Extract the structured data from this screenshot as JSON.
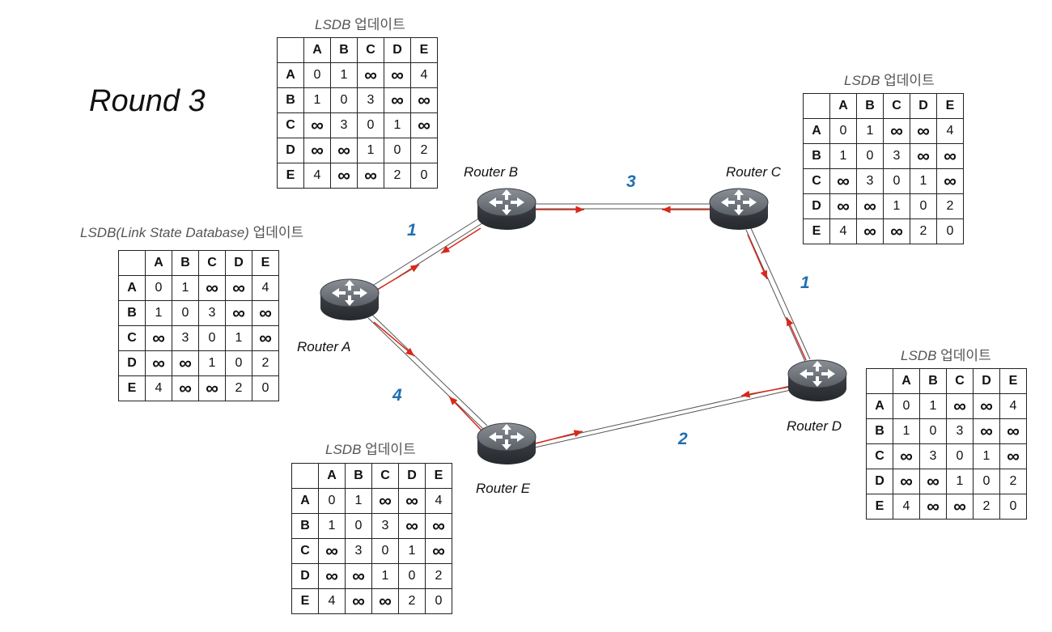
{
  "title": "Round 3",
  "caption_lsdb": "LSDB",
  "caption_update": "업데이트",
  "caption_full": "LSDB(Link State Database)",
  "routers": {
    "A": "Router A",
    "B": "Router B",
    "C": "Router C",
    "D": "Router D",
    "E": "Router E"
  },
  "link_costs": {
    "ab": "1",
    "bc": "3",
    "cd": "1",
    "de": "2",
    "ae": "4"
  },
  "colors": {
    "arrow": "#d9281a",
    "cost": "#1f6fb2",
    "link": "#444444"
  },
  "lsdb": {
    "headers": [
      "",
      "A",
      "B",
      "C",
      "D",
      "E"
    ],
    "rows": [
      [
        "A",
        "0",
        "1",
        "∞",
        "∞",
        "4"
      ],
      [
        "B",
        "1",
        "0",
        "3",
        "∞",
        "∞"
      ],
      [
        "C",
        "∞",
        "3",
        "0",
        "1",
        "∞"
      ],
      [
        "D",
        "∞",
        "∞",
        "1",
        "0",
        "2"
      ],
      [
        "E",
        "4",
        "∞",
        "∞",
        "2",
        "0"
      ]
    ]
  }
}
